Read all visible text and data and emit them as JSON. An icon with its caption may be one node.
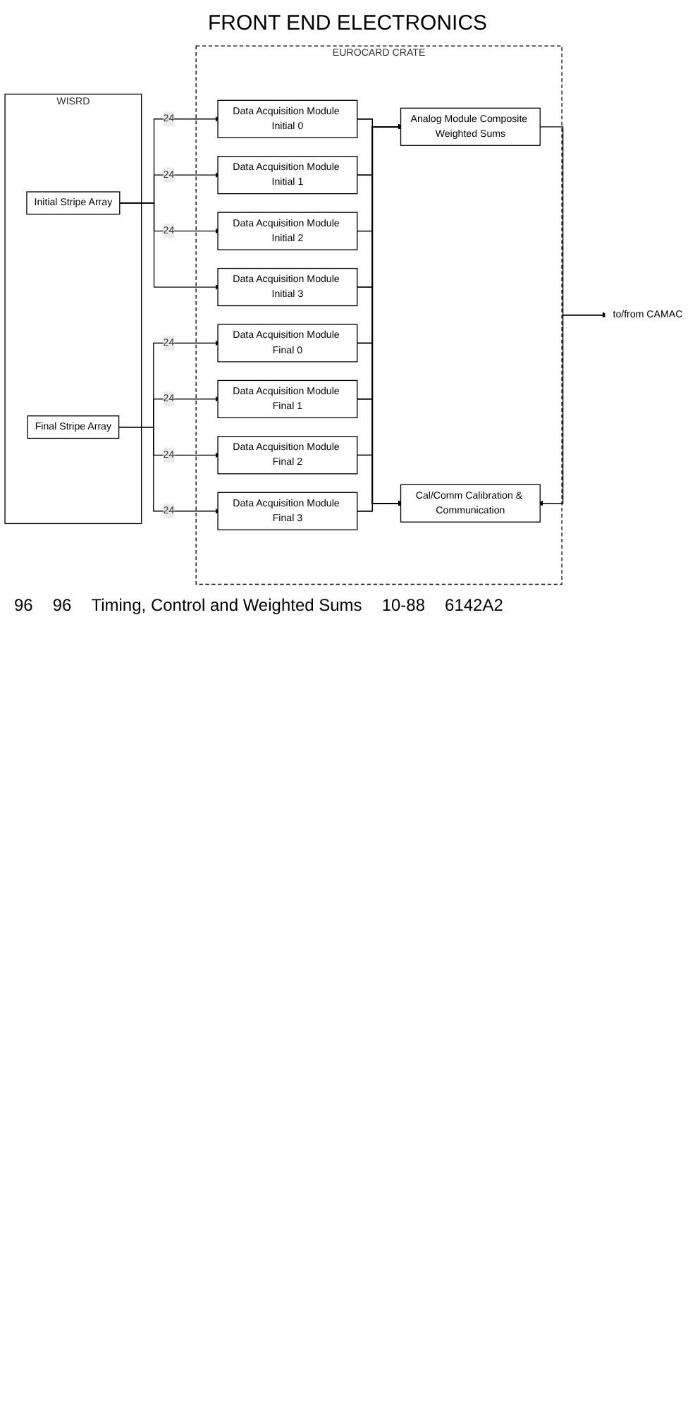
{
  "diagram": {
    "title": "FRONT END ELECTRONICS",
    "nodes": [
      {
        "text": [
          "WISRD"
        ]
      },
      {
        "text": [
          "Initial Stripe Array"
        ],
        "in": 0
      },
      {
        "text": [
          "Final Stripe Array"
        ],
        "in": 0
      },
      {
        "text": [
          "EUROCARD CRATE"
        ]
      },
      {
        "text": [
          "Data Acquisition Module Initial 0"
        ],
        "in": 3
      },
      {
        "text": [
          "Data Acquisition Module Initial 1"
        ],
        "in": 3
      },
      {
        "text": [
          "Data Acquisition Module Initial 2"
        ],
        "in": 3
      },
      {
        "text": [
          "Data Acquisition Module Initial 3"
        ],
        "in": 3
      },
      {
        "text": [
          "Data Acquisition Module Final 0"
        ],
        "in": 3
      },
      {
        "text": [
          "Data Acquisition Module Final 1"
        ],
        "in": 3
      },
      {
        "text": [
          "Data Acquisition Module Final 2"
        ],
        "in": 3
      },
      {
        "text": [
          "Data Acquisition Module Final 3"
        ],
        "in": 3
      },
      {
        "text": [
          "Analog Module Composite Weighted Sums"
        ],
        "in": 3
      },
      {
        "text": [
          "Cal/Comm Calibration & Communication"
        ],
        "in": 3
      },
      {
        "text": [
          "to/from CAMAC"
        ]
      }
    ],
    "edges": [
      {
        "from": 1,
        "to": 4,
        "arrow": "to",
        "label": "24"
      },
      {
        "from": 1,
        "to": 5,
        "arrow": "to",
        "label": "24"
      },
      {
        "from": 1,
        "to": 6,
        "arrow": "to",
        "label": "24"
      },
      {
        "from": 1,
        "to": 7,
        "arrow": "to"
      },
      {
        "from": 2,
        "to": 8,
        "arrow": "to",
        "label": "24"
      },
      {
        "from": 2,
        "to": 9,
        "arrow": "to",
        "label": "24"
      },
      {
        "from": 2,
        "to": 10,
        "arrow": "to",
        "label": "24"
      },
      {
        "from": 2,
        "to": 11,
        "arrow": "to",
        "label": "24"
      },
      {
        "from": 4,
        "to": 12,
        "arrow": "to"
      },
      {
        "from": 5,
        "to": 12,
        "arrow": "to"
      },
      {
        "from": 6,
        "to": 12,
        "arrow": "to"
      },
      {
        "from": 7,
        "to": 12,
        "arrow": "to"
      },
      {
        "from": 8,
        "to": 12,
        "arrow": "to"
      },
      {
        "from": 9,
        "to": 12,
        "arrow": "to"
      },
      {
        "from": 10,
        "to": 12,
        "arrow": "to"
      },
      {
        "from": 11,
        "to": 12,
        "arrow": "to"
      },
      {
        "from": 4,
        "to": 13,
        "arrow": "to"
      },
      {
        "from": 5,
        "to": 13,
        "arrow": "to"
      },
      {
        "from": 6,
        "to": 13,
        "arrow": "to"
      },
      {
        "from": 7,
        "to": 13,
        "arrow": "to"
      },
      {
        "from": 8,
        "to": 13,
        "arrow": "to"
      },
      {
        "from": 9,
        "to": 13,
        "arrow": "to"
      },
      {
        "from": 10,
        "to": 13,
        "arrow": "to"
      },
      {
        "from": 11,
        "to": 13,
        "arrow": "to"
      },
      {
        "from": 12,
        "to": 14,
        "arrow": "to"
      },
      {
        "from": 13,
        "to": 14,
        "arrow": "both"
      }
    ],
    "labels": [
      "96",
      "96",
      "Timing, Control and Weighted Sums",
      "10-88",
      "6142A2"
    ]
  }
}
